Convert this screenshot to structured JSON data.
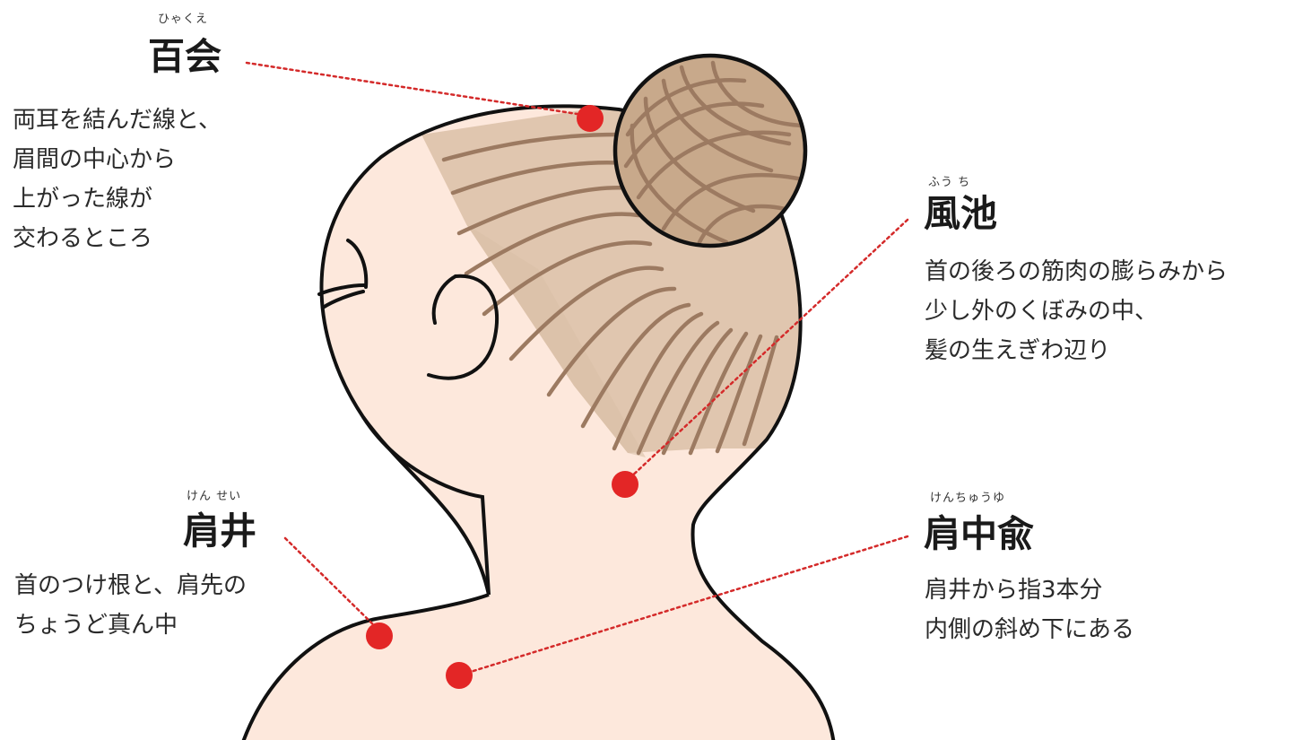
{
  "points": {
    "hyakue": {
      "reading": "ひゃくえ",
      "name": "百会",
      "lines": [
        "両耳を結んだ線と、",
        "眉間の中心から",
        "上がった線が",
        "交わるところ"
      ]
    },
    "fuchi": {
      "reading": "ふう ち",
      "name": "風池",
      "lines": [
        "首の後ろの筋肉の膨らみから",
        "少し外のくぼみの中、",
        "髪の生えぎわ辺り"
      ]
    },
    "kensei": {
      "reading": "けん せい",
      "name": "肩井",
      "lines": [
        "首のつけ根と、肩先の",
        "ちょうど真ん中"
      ]
    },
    "kenchuyu": {
      "reading": "けんちゅうゆ",
      "name": "肩中兪",
      "lines": [
        "肩井から指3本分",
        "内側の斜め下にある"
      ]
    }
  },
  "colors": {
    "skin": "#fde8dc",
    "hair": "#c8a98b",
    "hair_strand": "#9c7a61",
    "outline": "#111111",
    "point_marker": "#e32626",
    "leader_line": "#d42a2a"
  }
}
